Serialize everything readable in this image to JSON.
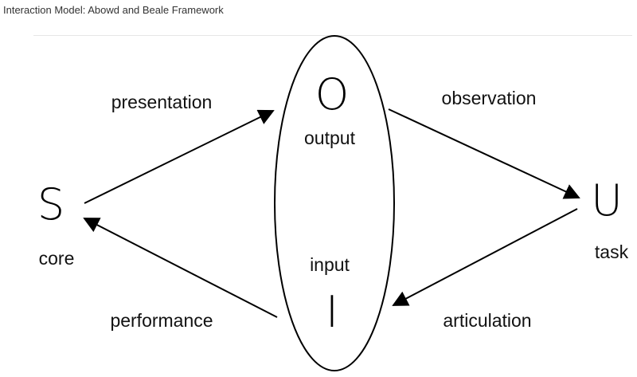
{
  "title": "Interaction Model: Abowd and Beale Framework",
  "nodes": {
    "system": {
      "letter": "S",
      "label": "core"
    },
    "output": {
      "letter": "O",
      "label": "output"
    },
    "input": {
      "letter": "I",
      "label": "input"
    },
    "user": {
      "letter": "U",
      "label": "task"
    }
  },
  "edges": {
    "presentation": "presentation",
    "observation": "observation",
    "articulation": "articulation",
    "performance": "performance"
  },
  "colors": {
    "ink": "#000000",
    "title": "#333333",
    "divider": "#e6e6e6"
  }
}
